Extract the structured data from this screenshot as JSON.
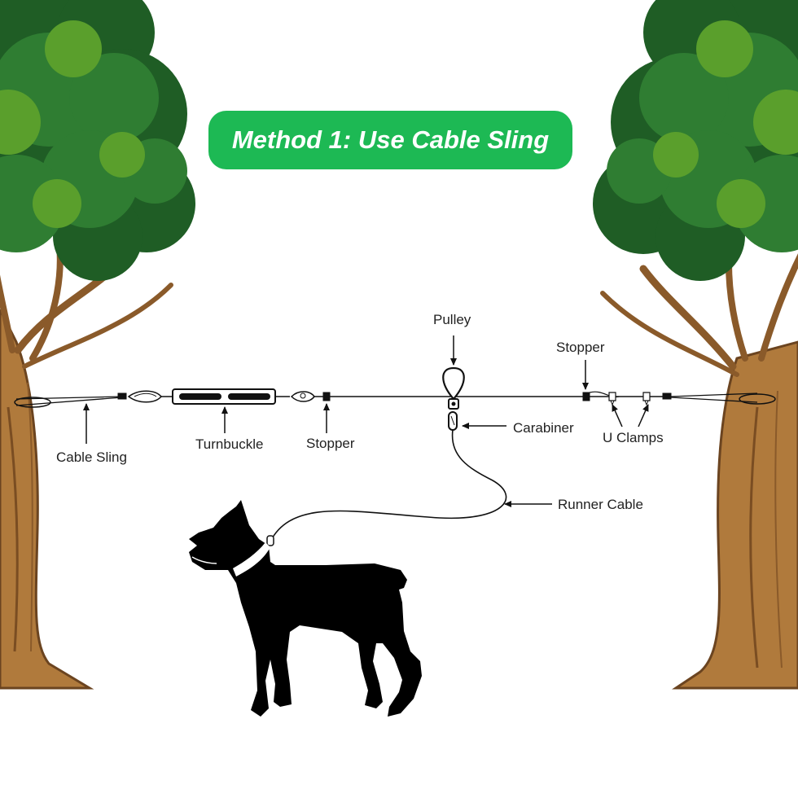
{
  "title": "Method 1: Use Cable Sling",
  "labels": {
    "cable_sling": "Cable Sling",
    "turnbuckle": "Turnbuckle",
    "stopper_left": "Stopper",
    "pulley": "Pulley",
    "carabiner": "Carabiner",
    "stopper_right": "Stopper",
    "u_clamps": "U Clamps",
    "runner_cable": "Runner Cable"
  },
  "colors": {
    "title_bg": "#1DB954",
    "title_text": "#ffffff",
    "foliage_dark": "#1f5d25",
    "foliage_mid": "#2f7d32",
    "foliage_light": "#5a9f2c",
    "trunk": "#b07a3c",
    "trunk_dark": "#6b4420",
    "cable": "#111111",
    "label_text": "#222222",
    "dog": "#000000"
  }
}
